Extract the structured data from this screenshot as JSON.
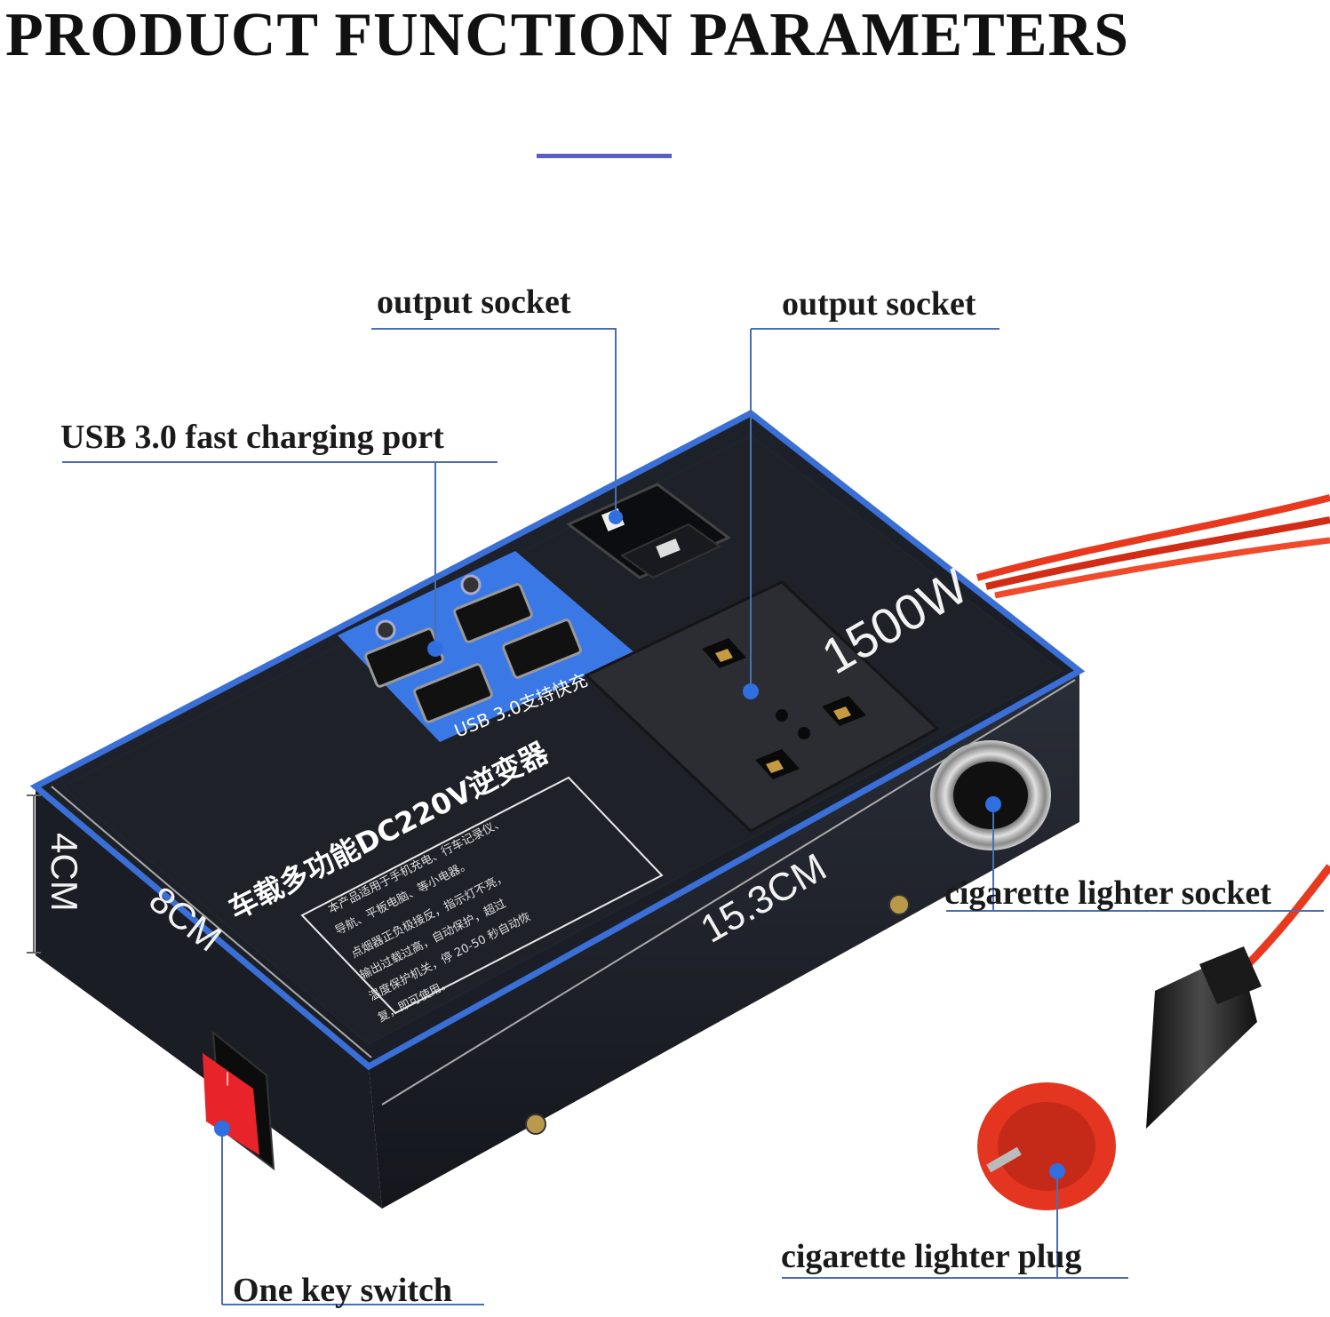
{
  "title": "PRODUCT FUNCTION PARAMETERS",
  "callouts": {
    "output_socket_left": "output socket",
    "output_socket_right": "output socket",
    "usb_port": "USB 3.0 fast charging port",
    "lighter_socket": "cigarette lighter socket",
    "lighter_plug": "cigarette lighter plug",
    "switch": "One key switch"
  },
  "device": {
    "wattage": "1500W",
    "usb_label": "USB 3.0支持快充",
    "model_label": "车载多功能DC220V逆变器",
    "notice_lines": [
      "本产品适用于手机充电、行车记录仪、",
      "导航、平板电脑、等小电器。",
      "点烟器正负极接反，指示灯不亮，",
      "输出过载过高，自动保护，超过",
      "温度保护机关，停 20-50 秒自动恢",
      "复，即可使用。"
    ]
  },
  "dimensions": {
    "height": "4CM",
    "width": "8CM",
    "length": "15.3CM"
  },
  "colors": {
    "accent_blue": "#3a6fd8",
    "callout_line": "#4a6fb0",
    "marker_dot": "#2f6fe0",
    "cable_red": "#e8391f",
    "body_dark": "#1c1f26"
  }
}
